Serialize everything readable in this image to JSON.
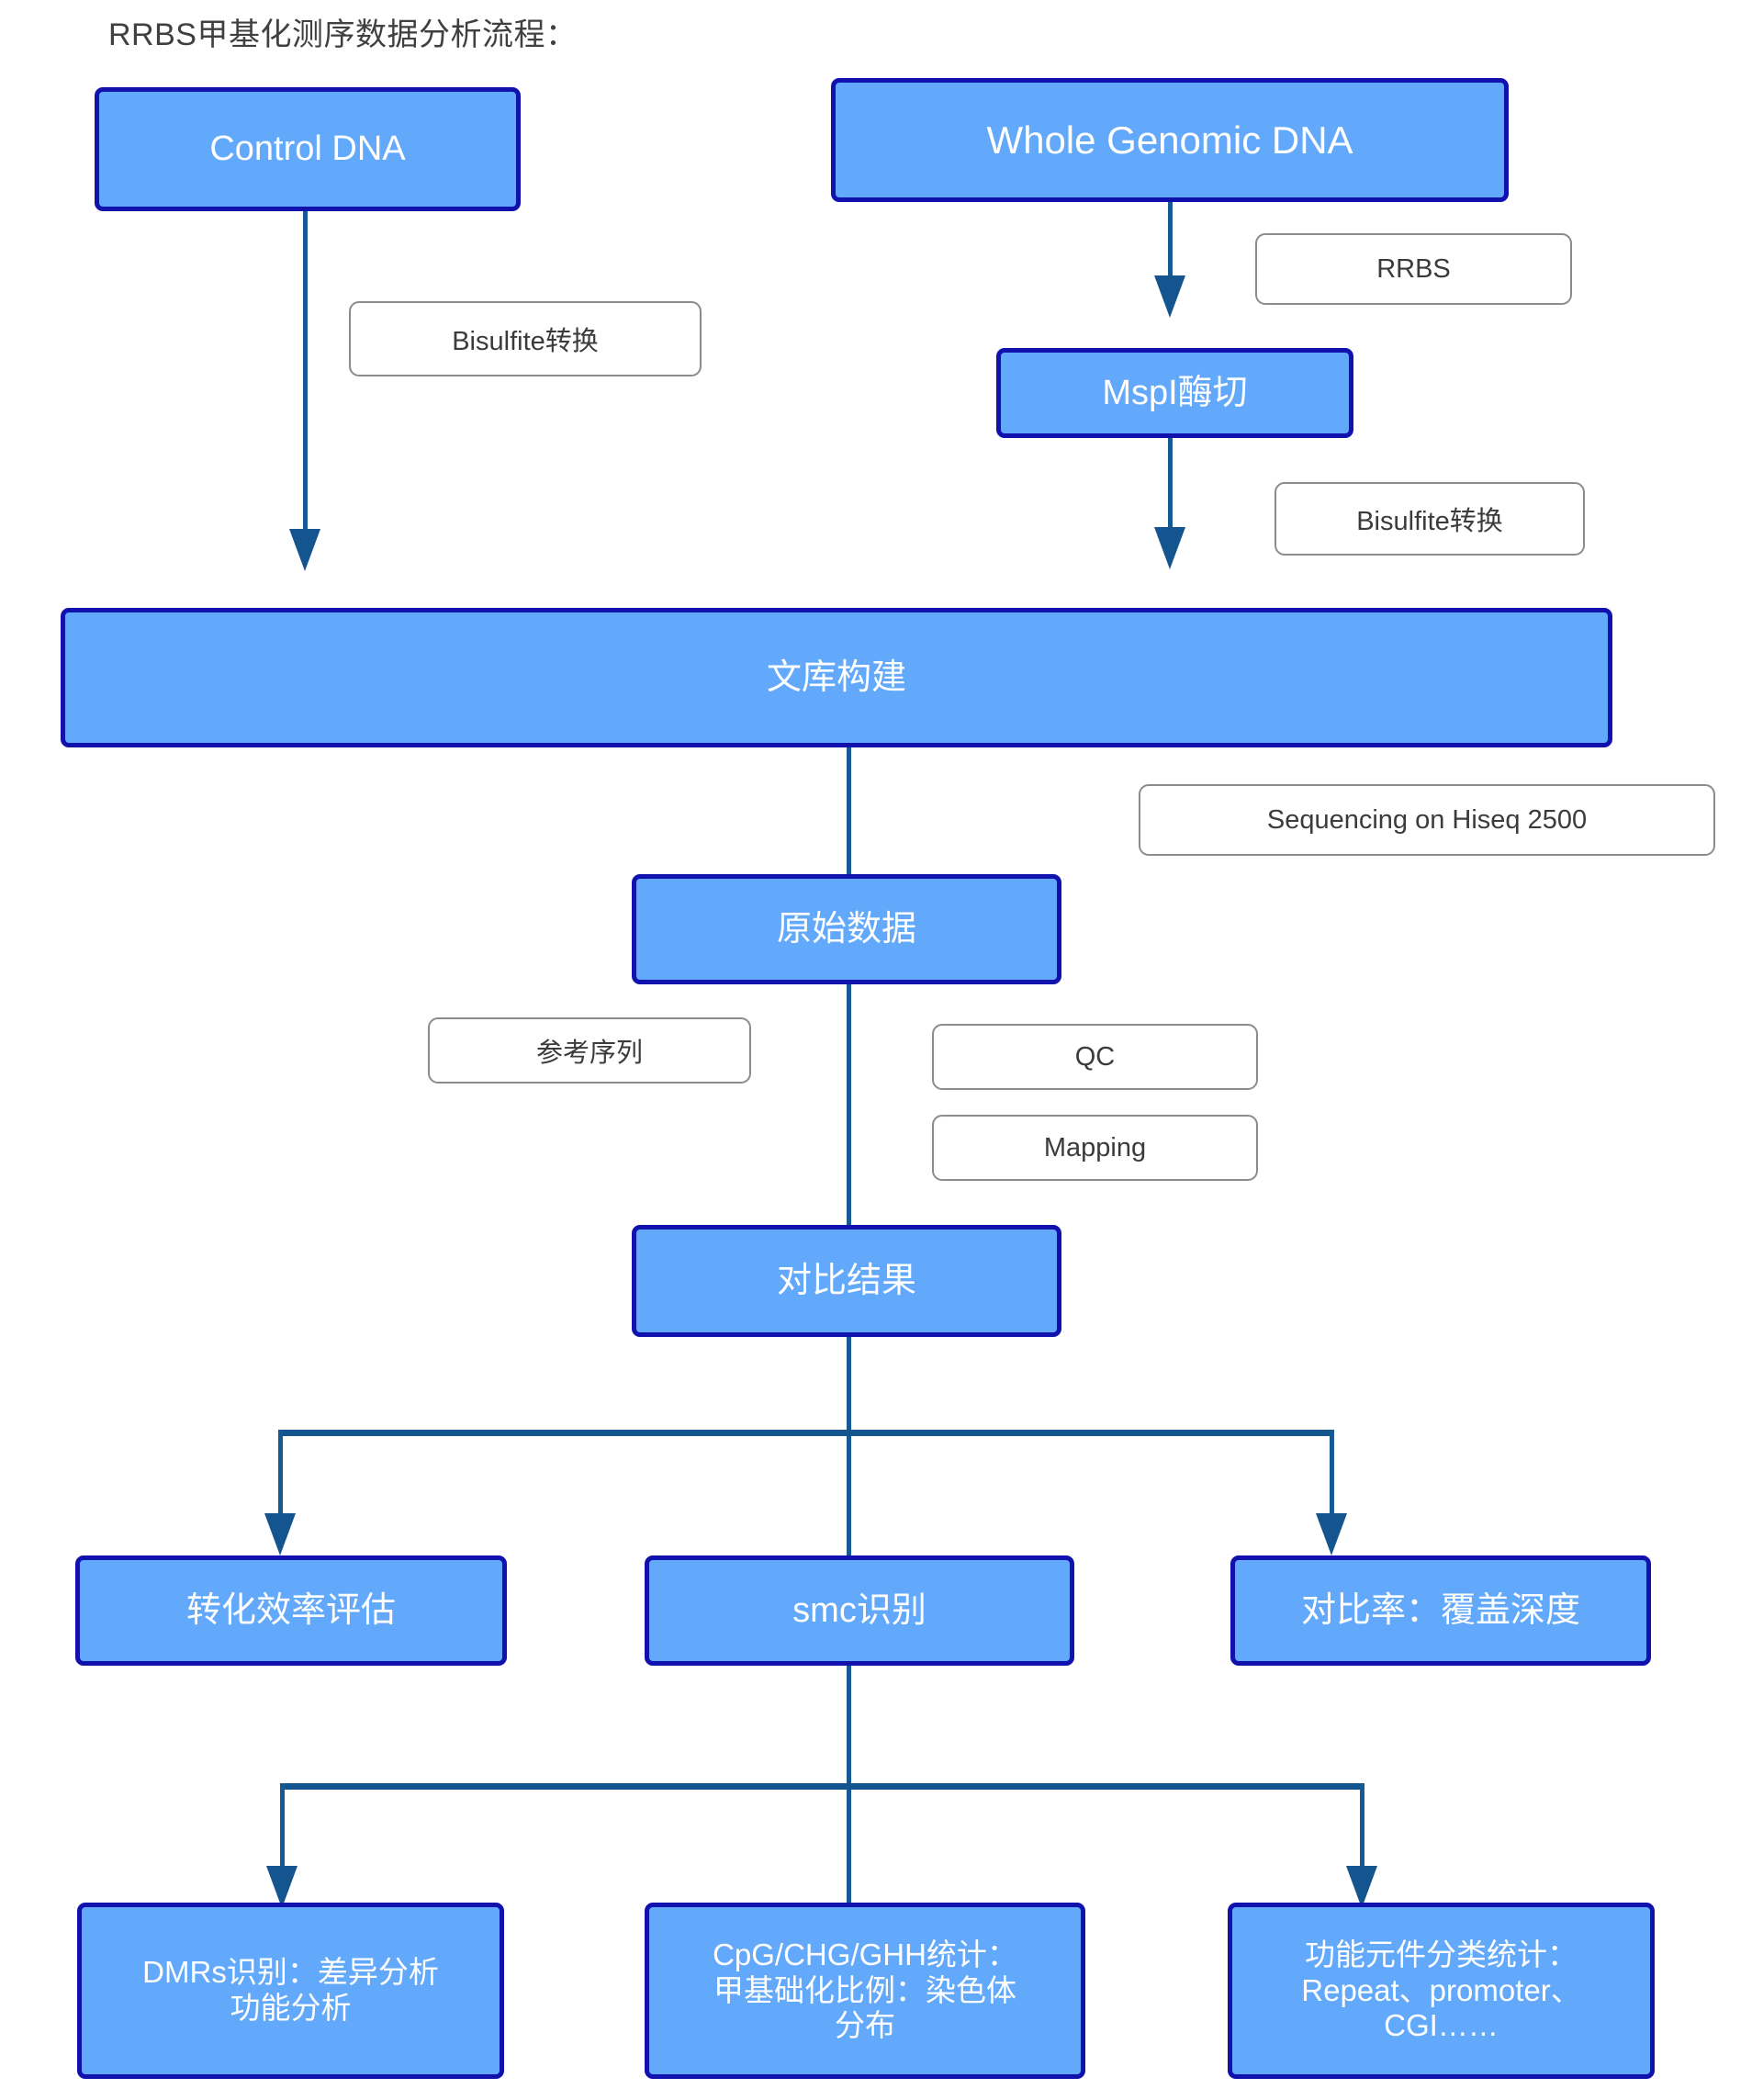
{
  "title": "RRBS甲基化测序数据分析流程：",
  "colors": {
    "node_fill": "#63a9fb",
    "node_border": "#1111ae",
    "node_text": "#ffffff",
    "note_fill": "#ffffff",
    "note_border": "#8c8c8c",
    "note_text": "#3b3b3b",
    "connector": "#14558f",
    "title_text": "#404040",
    "background": "#ffffff"
  },
  "nodes": {
    "control_dna": "Control DNA",
    "whole_genomic_dna": "Whole Genomic DNA",
    "mspi_digest": "MspI酶切",
    "library_construction": "文库构建",
    "raw_data": "原始数据",
    "mapping_result": "对比结果",
    "conversion_efficiency": "转化效率评估",
    "smc_identification": "smc识别",
    "mapping_rate_depth": "对比率：覆盖深度",
    "dmrs": "DMRs识别：差异分析\n功能分析",
    "cpg_stats": "CpG/CHG/GHH统计：\n甲基础化比例：染色体\n分布",
    "functional_elements": "功能元件分类统计：\nRepeat、promoter、\nCGI……"
  },
  "notes": {
    "bisulfite_left": "Bisulfite转换",
    "rrbs": "RRBS",
    "bisulfite_right": "Bisulfite转换",
    "sequencing": "Sequencing on Hiseq 2500",
    "reference_sequence": "参考序列",
    "qc": "QC",
    "mapping": "Mapping"
  }
}
